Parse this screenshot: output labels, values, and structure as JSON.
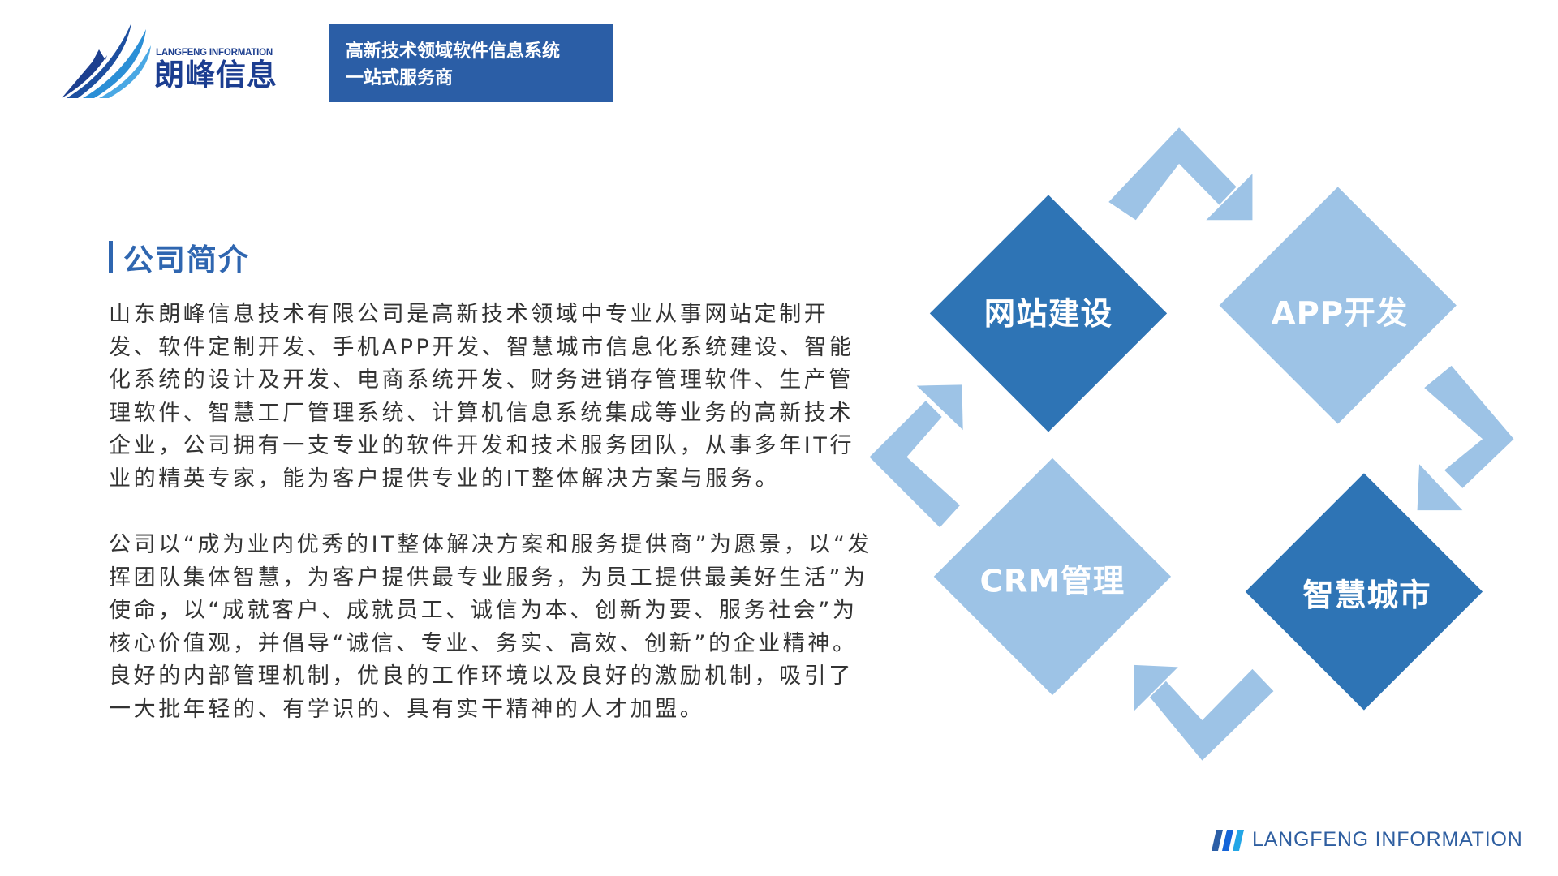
{
  "logo": {
    "en": "LANGFENG INFORMATION",
    "cn": "朗峰信息"
  },
  "tagline": {
    "line1": "高新技术领域软件信息系统",
    "line2": "一站式服务商"
  },
  "section": {
    "title": "公司简介"
  },
  "paragraph1": [
    "山东朗峰信息技术有限公司是高新技术领域中专业从事网站定制开",
    "发、软件定制开发、手机APP开发、智慧城市信息化系统建设、智能",
    "化系统的设计及开发、电商系统开发、财务进销存管理软件、生产管",
    "理软件、智慧工厂管理系统、计算机信息系统集成等业务的高新技术",
    "企业，公司拥有一支专业的软件开发和技术服务团队，从事多年IT行",
    "业的精英专家，能为客户提供专业的IT整体解决方案与服务。"
  ],
  "paragraph2": [
    "公司以“成为业内优秀的IT整体解决方案和服务提供商”为愿景，以“发",
    "挥团队集体智慧，为客户提供最专业服务，为员工提供最美好生活”为",
    "使命，以“成就客户、成就员工、诚信为本、创新为要、服务社会”为",
    "核心价值观，并倡导“诚信、专业、务实、高效、创新”的企业精神。",
    "良好的内部管理机制，优良的工作环境以及良好的激励机制，吸引了",
    "一大批年轻的、有学识的、具有实干精神的人才加盟。"
  ],
  "services": [
    {
      "label": "网站建设",
      "color": "#2e74b5"
    },
    {
      "label": "APP开发",
      "color": "#9dc3e6"
    },
    {
      "label": "CRM管理",
      "color": "#9dc3e6"
    },
    {
      "label": "智慧城市",
      "color": "#2e74b5"
    }
  ],
  "arrow_color": "#9dc3e6",
  "footer": {
    "text": "LANGFENG INFORMATION"
  }
}
